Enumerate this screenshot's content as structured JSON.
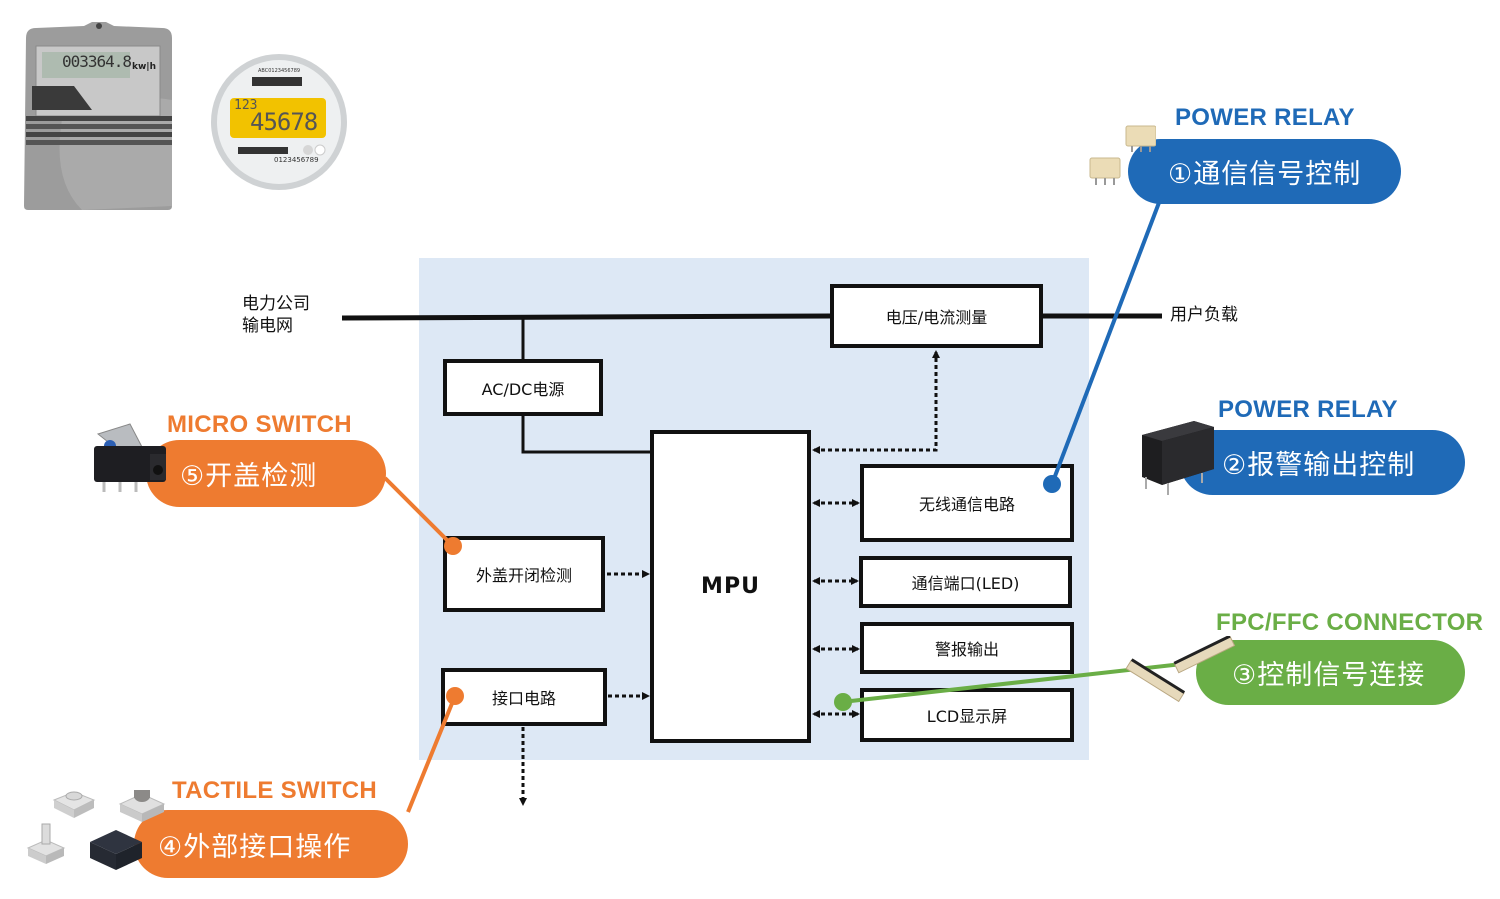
{
  "colors": {
    "panel_bg": "#dde8f5",
    "relay_blue": "#1f6ab7",
    "switch_orange": "#ee7b30",
    "connector_green": "#6aae46",
    "line_black": "#111111"
  },
  "meters": {
    "left_meter": {
      "display": "003364.8",
      "unit": "kw|h"
    },
    "round_meter": {
      "top_code": "ABC0123456789",
      "line1": "123",
      "line2": "45678",
      "bottom_code": "0123456789"
    }
  },
  "grid": {
    "source_label_line1": "电力公司",
    "source_label_line2": "输电网",
    "load_label": "用户负载"
  },
  "blocks": {
    "voltage_current": "电压/电流测量",
    "acdc": "AC/DC电源",
    "mpu": "MPU",
    "cover_detect": "外盖开闭检测",
    "interface": "接口电路",
    "wireless": "无线通信电路",
    "comm_port": "通信端口(LED)",
    "alarm_out": "警报输出",
    "lcd": "LCD显示屏"
  },
  "callouts": [
    {
      "id": "1",
      "category": "POWER RELAY",
      "label": "①通信信号控制",
      "icon": "signal-relay-icon"
    },
    {
      "id": "2",
      "category": "POWER RELAY",
      "label": "②报警输出控制",
      "icon": "power-relay-icon"
    },
    {
      "id": "3",
      "category": "FPC/FFC CONNECTOR",
      "label": "③控制信号连接",
      "icon": "fpc-connector-icon"
    },
    {
      "id": "4",
      "category": "TACTILE SWITCH",
      "label": "④外部接口操作",
      "icon": "tactile-switch-icon"
    },
    {
      "id": "5",
      "category": "MICRO SWITCH",
      "label": "⑤开盖检测",
      "icon": "micro-switch-icon"
    }
  ]
}
